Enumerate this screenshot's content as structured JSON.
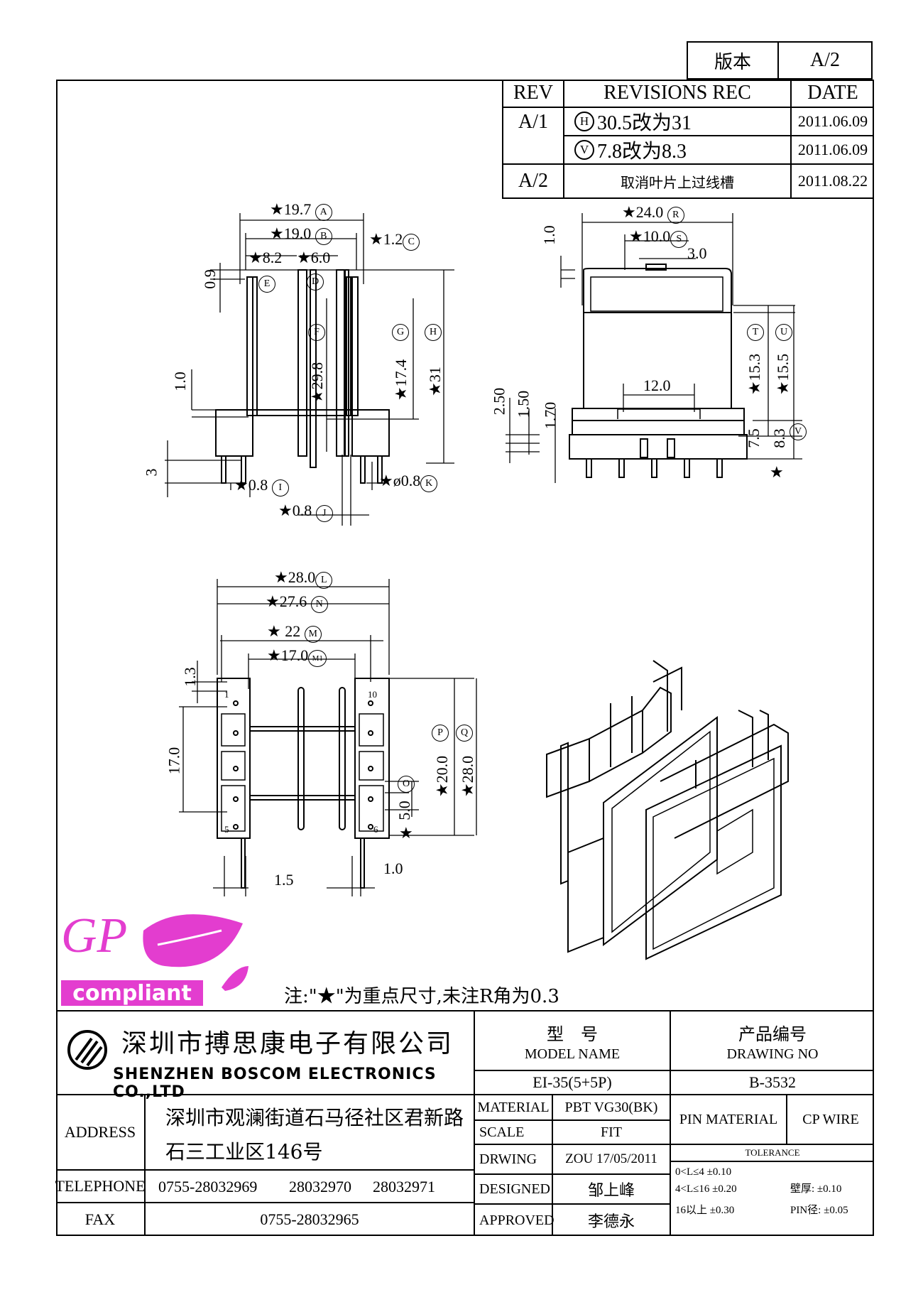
{
  "version_box": {
    "label": "版本",
    "value": "A/2"
  },
  "revisions": {
    "headers": {
      "rev": "REV",
      "rec": "REVISIONS REC",
      "date": "DATE"
    },
    "rows": [
      {
        "rev": "A/1",
        "symbol": "H",
        "text": "30.5改为31",
        "date": "2011.06.09"
      },
      {
        "rev": "",
        "symbol": "V",
        "text": "7.8改为8.3",
        "date": "2011.06.09"
      },
      {
        "rev": "A/2",
        "symbol": "",
        "text": "取消叶片上过线槽",
        "date": "2011.08.22"
      }
    ]
  },
  "front_view": {
    "dims": [
      {
        "value": "19.7",
        "ref": "A"
      },
      {
        "value": "19.0",
        "ref": "B"
      },
      {
        "value": "1.2",
        "ref": "C"
      },
      {
        "value": "8.2",
        "ref": "E"
      },
      {
        "value": "6.0",
        "ref": "D"
      },
      {
        "value": "29.8",
        "ref": "F"
      },
      {
        "value": "17.4",
        "ref": "G"
      },
      {
        "value": "31",
        "ref": "H"
      },
      {
        "value": "0.8",
        "ref": "I"
      },
      {
        "value": "0.8",
        "ref": "J"
      },
      {
        "value": "ø0.8",
        "ref": "K"
      }
    ],
    "plain_dims": [
      "0.9",
      "1.0",
      "3"
    ]
  },
  "side_view": {
    "dims": [
      {
        "value": "24.0",
        "ref": "R"
      },
      {
        "value": "10.0",
        "ref": "S"
      },
      {
        "value": "15.3",
        "ref": "T"
      },
      {
        "value": "15.5",
        "ref": "U"
      },
      {
        "value": "8.3",
        "ref": "V"
      }
    ],
    "plain_dims": [
      "1.0",
      "3.0",
      "12.0",
      "2.50",
      "1.50",
      "1.70",
      "7.5"
    ]
  },
  "top_view": {
    "dims": [
      {
        "value": "28.0",
        "ref": "L"
      },
      {
        "value": "27.6",
        "ref": "N"
      },
      {
        "value": "22",
        "ref": "M"
      },
      {
        "value": "17.0",
        "ref": "M1"
      },
      {
        "value": "20.0",
        "ref": "P"
      },
      {
        "value": "28.0",
        "ref": "Q"
      },
      {
        "value": "5.0",
        "ref": "O"
      }
    ],
    "plain_dims": [
      "1.3",
      "17.0",
      "1.5",
      "1.0"
    ],
    "pin_labels": [
      "1",
      "5",
      "10",
      "6"
    ]
  },
  "logo": {
    "brand": "GP",
    "tagline": "compliant"
  },
  "note": "注:\"★\"为重点尺寸,未注R角为0.3",
  "company": {
    "name_cn": "深圳市搏思康电子有限公司",
    "name_en": "SHENZHEN BOSCOM ELECTRONICS CO.,LTD"
  },
  "title_block": {
    "model_label_cn": "型　号",
    "model_label_en": "MODEL NAME",
    "drawing_label_cn": "产品编号",
    "drawing_label_en": "DRAWING NO",
    "model": "EI-35(5+5P)",
    "drawing_no": "B-3532",
    "address_label": "ADDRESS",
    "address_line1": "深圳市观澜街道石马径社区君新路",
    "address_line2": "石三工业区146号",
    "telephone_label": "TELEPHONE",
    "telephones": [
      "0755-28032969",
      "28032970",
      "28032971"
    ],
    "fax_label": "FAX",
    "fax": "0755-28032965",
    "material_label": "MATERIAL",
    "material": "PBT VG30(BK)",
    "pin_material_label": "PIN MATERIAL",
    "pin_material": "CP WIRE",
    "scale_label": "SCALE",
    "scale": "FIT",
    "tolerance_label": "TOLERANCE",
    "drawing_label": "DRWING",
    "drawing_by": "ZOU 17/05/2011",
    "designed_label": "DESIGNED",
    "designed_by": "邹上峰",
    "approved_label": "APPROVED",
    "approved_by": "李德永",
    "tolerances": [
      "0<L≤4 ±0.10",
      "4<L≤16 ±0.20",
      "16以上 ±0.30"
    ],
    "wall_tol": "壁厚: ±0.10",
    "pin_tol": "PIN径: ±0.05"
  }
}
